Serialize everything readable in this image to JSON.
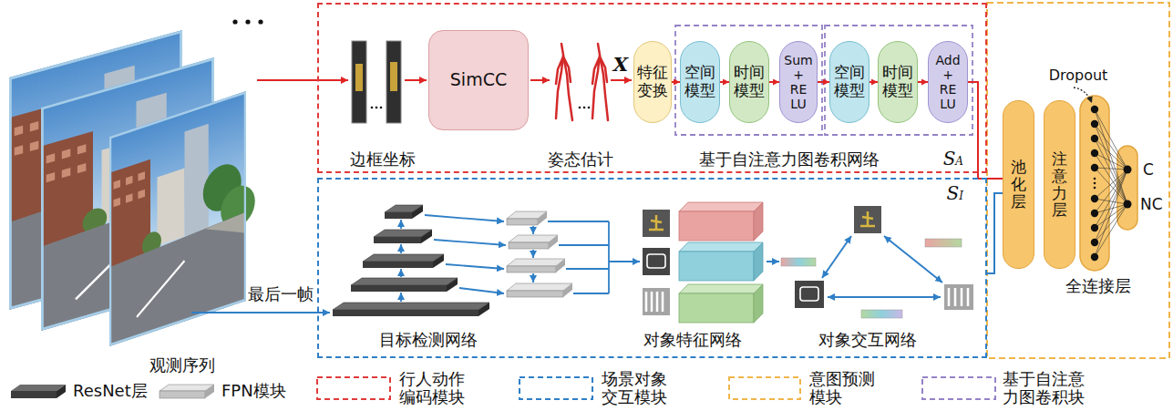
{
  "diagram": {
    "nodes": [
      {
        "text": [
          "SA"
        ]
      },
      {
        "text": [
          "SimCC"
        ],
        "in": 0
      },
      {
        "text": [
          "特征 变换"
        ],
        "in": 0
      },
      {
        "text": [
          "空间 模型"
        ],
        "in": 0
      },
      {
        "text": [
          "时间 模型"
        ],
        "in": 0
      },
      {
        "text": [
          "Sum + RE LU"
        ],
        "in": 0
      },
      {
        "text": [
          "空间 模型"
        ],
        "in": 0
      },
      {
        "text": [
          "时间 模型"
        ],
        "in": 0
      },
      {
        "text": [
          "Add + RE LU"
        ],
        "in": 0
      },
      {
        "text": [
          "SI"
        ]
      },
      {
        "text": [
          "池化层"
        ]
      },
      {
        "text": [
          "注意力层"
        ]
      }
    ],
    "edges": [
      {
        "from": 2,
        "to": 3,
        "arrow": "to"
      },
      {
        "from": 3,
        "to": 4,
        "arrow": "to"
      },
      {
        "from": 4,
        "to": 5,
        "arrow": "to"
      },
      {
        "from": 5,
        "to": 6,
        "arrow": "to"
      },
      {
        "from": 6,
        "to": 7,
        "arrow": "to"
      },
      {
        "from": 7,
        "to": 8,
        "arrow": "to"
      },
      {
        "from": 8,
        "to": 10,
        "arrow": "none"
      },
      {
        "from": 9,
        "to": 10,
        "arrow": "none"
      }
    ],
    "labels": [
      "边框坐标",
      "姿态估计",
      "基于自注意力图卷积网络",
      "X",
      "Dropout",
      "C",
      "NC",
      "全连接层",
      "观测序列",
      "最后一帧",
      "目标检测网络",
      "对象特征网络",
      "对象交互网络"
    ],
    "legend": [
      {
        "text": "ResNet层"
      },
      {
        "text": "FPN模块"
      },
      {
        "text": "行人动作 编码模块"
      },
      {
        "text": "场景对象 交互模块"
      },
      {
        "text": "意图预测 模块"
      },
      {
        "text": "基于自注意 力图卷积块"
      }
    ]
  }
}
